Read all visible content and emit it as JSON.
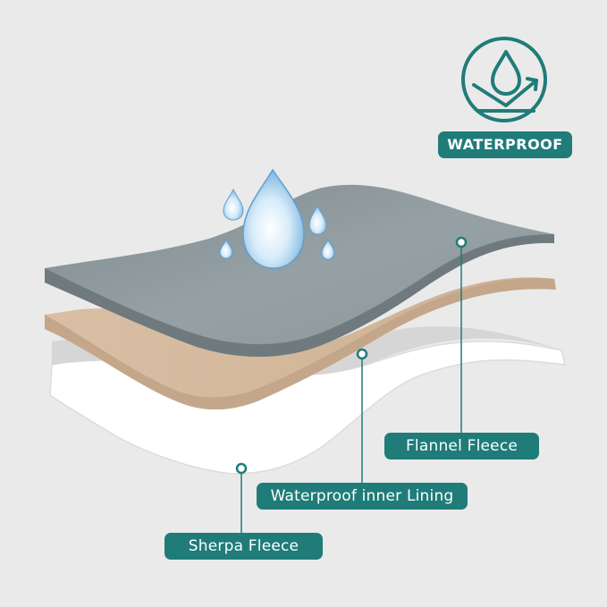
{
  "badge": {
    "label": "WATERPROOF",
    "icon": "water-drop-repel-icon"
  },
  "layers": [
    {
      "label": "Flannel Fleece",
      "color": "#8a9699"
    },
    {
      "label": "Waterproof inner Lining",
      "color": "#d6bba0"
    },
    {
      "label": "Sherpa Fleece",
      "color": "#ffffff"
    }
  ],
  "colors": {
    "accent": "#1f7c79",
    "background": "#eaeaea"
  }
}
